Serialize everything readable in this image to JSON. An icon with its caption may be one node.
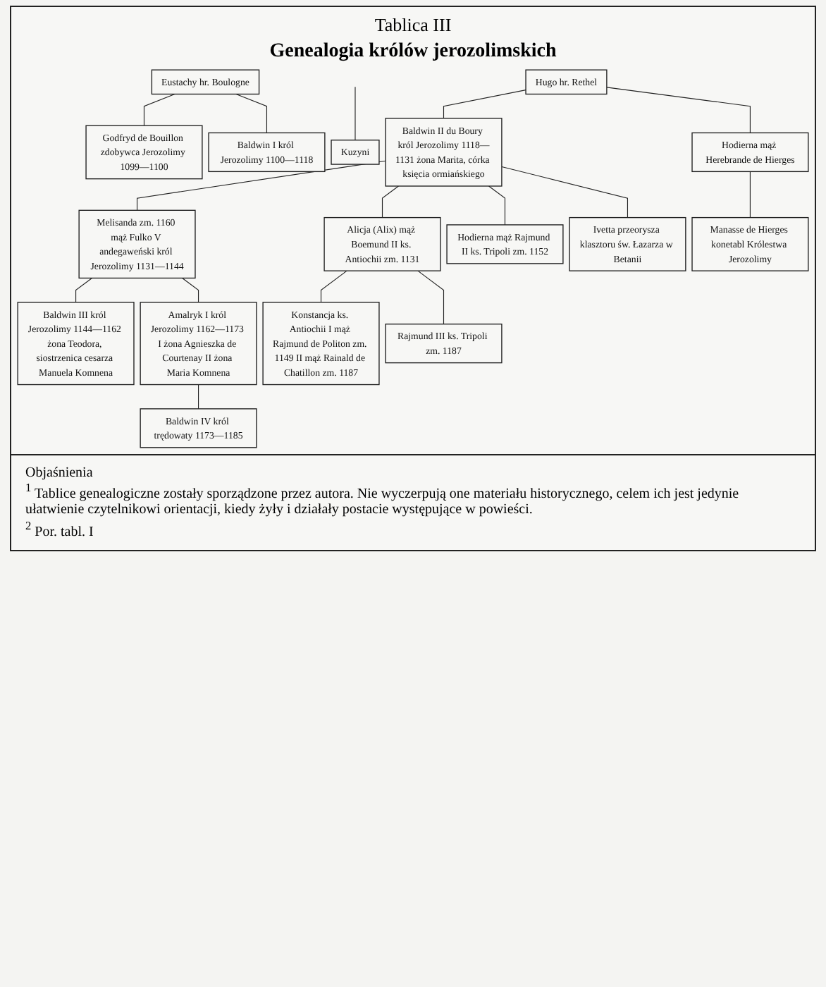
{
  "diagram": {
    "title": "Genealogia królów jerozolimskich",
    "nodes": [
      {
        "text": [
          "Eustachy hr. Boulogne"
        ]
      },
      {
        "text": [
          "Hugo hr. Rethel"
        ]
      },
      {
        "text": [
          "Godfryd de Bouillon zdobywca Jerozolimy 1099—1100"
        ]
      },
      {
        "text": [
          "Baldwin I król Jerozolimy 1100—1118"
        ]
      },
      {
        "text": [
          "Kuzyni"
        ]
      },
      {
        "text": [
          "Baldwin II du Boury król Jerozolimy 1118—1131 żona Marita, córka księcia ormiańskiego"
        ]
      },
      {
        "text": [
          "Hodierna mąż Herebrande de Hierges"
        ]
      },
      {
        "text": [
          "Melisanda zm. 1160 mąż Fulko V andegaweński król Jerozolimy 1131—1144"
        ]
      },
      {
        "text": [
          "Alicja (Alix) mąż Boemund II ks. Antiochii zm. 1131"
        ]
      },
      {
        "text": [
          "Hodierna mąż Rajmund II ks. Tripoli zm. 1152"
        ]
      },
      {
        "text": [
          "Ivetta przeorysza klasztoru św. Łazarza w Betanii"
        ]
      },
      {
        "text": [
          "Manasse de Hierges konetabl Królestwa Jerozolimy"
        ]
      },
      {
        "text": [
          "Baldwin III król Jerozolimy 1144—1162 żona Teodora, siostrzenica cesarza Manuela Komnena"
        ]
      },
      {
        "text": [
          "Amalryk I król Jerozolimy 1162—1173 I żona Agnieszka de Courtenay II żona Maria Komnena"
        ]
      },
      {
        "text": [
          "Konstancja ks. Antiochii I mąż Rajmund de Politon zm. 1149 II mąż Rainald de Chatillon zm. 1187"
        ]
      },
      {
        "text": [
          "Rajmund III ks. Tripoli zm. 1187"
        ]
      },
      {
        "text": [
          "Baldwin IV król trędowaty 1173—1185"
        ]
      }
    ],
    "edges": [
      {
        "from": 0,
        "to": 2,
        "arrow": "none"
      },
      {
        "from": 0,
        "to": 3,
        "arrow": "none"
      },
      {
        "from": null,
        "to": 4,
        "arrow": "none"
      },
      {
        "from": 1,
        "to": 5,
        "arrow": "none"
      },
      {
        "from": 1,
        "to": 6,
        "arrow": "none"
      },
      {
        "from": 5,
        "to": 7,
        "arrow": "none"
      },
      {
        "from": 5,
        "to": 8,
        "arrow": "none"
      },
      {
        "from": 5,
        "to": 9,
        "arrow": "none"
      },
      {
        "from": 5,
        "to": 10,
        "arrow": "none"
      },
      {
        "from": 6,
        "to": 11,
        "arrow": "none"
      },
      {
        "from": 7,
        "to": 12,
        "arrow": "none"
      },
      {
        "from": 7,
        "to": 13,
        "arrow": "none"
      },
      {
        "from": 8,
        "to": 14,
        "arrow": "none"
      },
      {
        "from": 8,
        "to": 15,
        "arrow": "none"
      },
      {
        "from": 13,
        "to": 16,
        "arrow": "none"
      }
    ],
    "labels": [
      "Tablica III",
      "Objaśnienia",
      "$^{1}$ Tablice genealogiczne zostały sporządzone przez autora. Nie wyczerpują one materiału historycznego, celem ich jest jedynie ułatwienie czytelnikowi orientacji, kiedy żyły i działały postacie występujące w powieści.",
      "$^{2}$ Por. tabl. I"
    ]
  }
}
